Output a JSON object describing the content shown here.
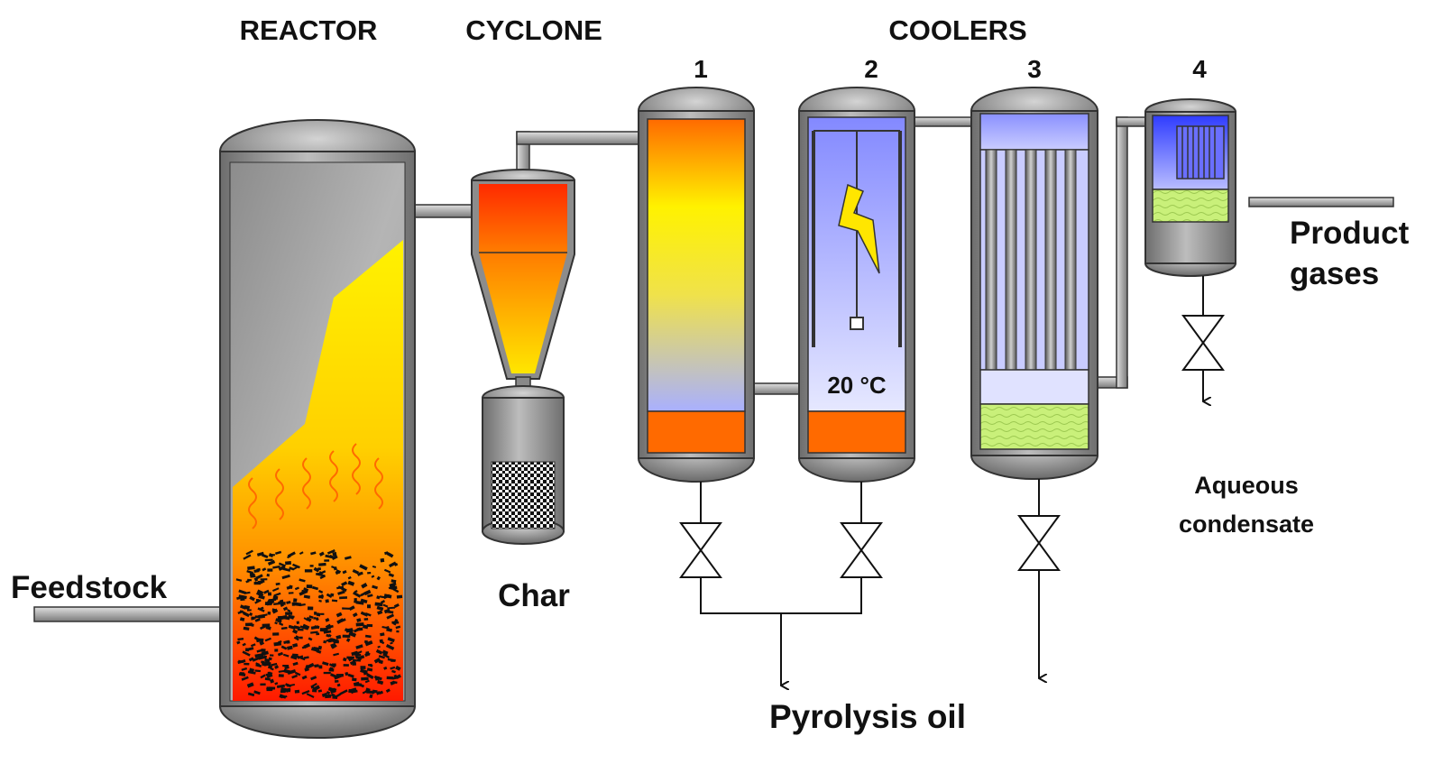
{
  "labels": {
    "reactor": "REACTOR",
    "cyclone": "CYCLONE",
    "coolers": "COOLERS",
    "cooler_1": "1",
    "cooler_2": "2",
    "cooler_3": "3",
    "cooler_4": "4",
    "feedstock": "Feedstock",
    "char": "Char",
    "pyrolysis_oil": "Pyrolysis oil",
    "aqueous_line1": "Aqueous",
    "aqueous_line2": "condensate",
    "product_line1": "Product",
    "product_line2": "gases",
    "temperature": "20 °C"
  },
  "colors": {
    "vessel_gray": "#9a9a9a",
    "hot_red": "#ff2a00",
    "hot_orange": "#ff8a00",
    "hot_yellow": "#fff200",
    "oil_orange": "#ff6a00",
    "cool_blue": "#8f95ff",
    "condensate_green": "#c9f07a"
  }
}
